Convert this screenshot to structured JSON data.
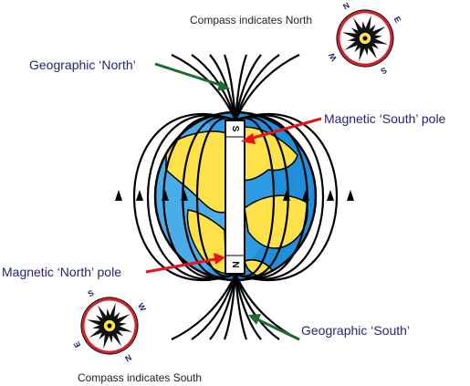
{
  "labels": {
    "compass_top": "Compass indicates North",
    "compass_bottom": "Compass indicates South",
    "geo_north": "Geographic ‘North’",
    "geo_south": "Geographic ‘South’",
    "mag_south_pole": "Magnetic ‘South’ pole",
    "mag_north_pole": "Magnetic ‘North’ pole"
  },
  "magnet": {
    "top_letter": "S",
    "bottom_letter": "N"
  },
  "compass_top_letters": {
    "n": "N",
    "e": "E",
    "s": "S",
    "w": "W"
  },
  "compass_bottom_letters": {
    "n": "N",
    "e": "E",
    "s": "S",
    "w": "W"
  },
  "colors": {
    "ocean": "#1f8fdc",
    "land": "#ffe14a",
    "field_lines": "#000000",
    "magnetic_arrow": "#e8141b",
    "geographic_arrow": "#1d6b2e",
    "label_text": "#23237a",
    "compass_ring": "#d8202a",
    "compass_face": "#ffffff"
  },
  "icons": [
    "globe-icon",
    "bar-magnet",
    "compass-rose-icon",
    "field-line-arrow-icon"
  ]
}
